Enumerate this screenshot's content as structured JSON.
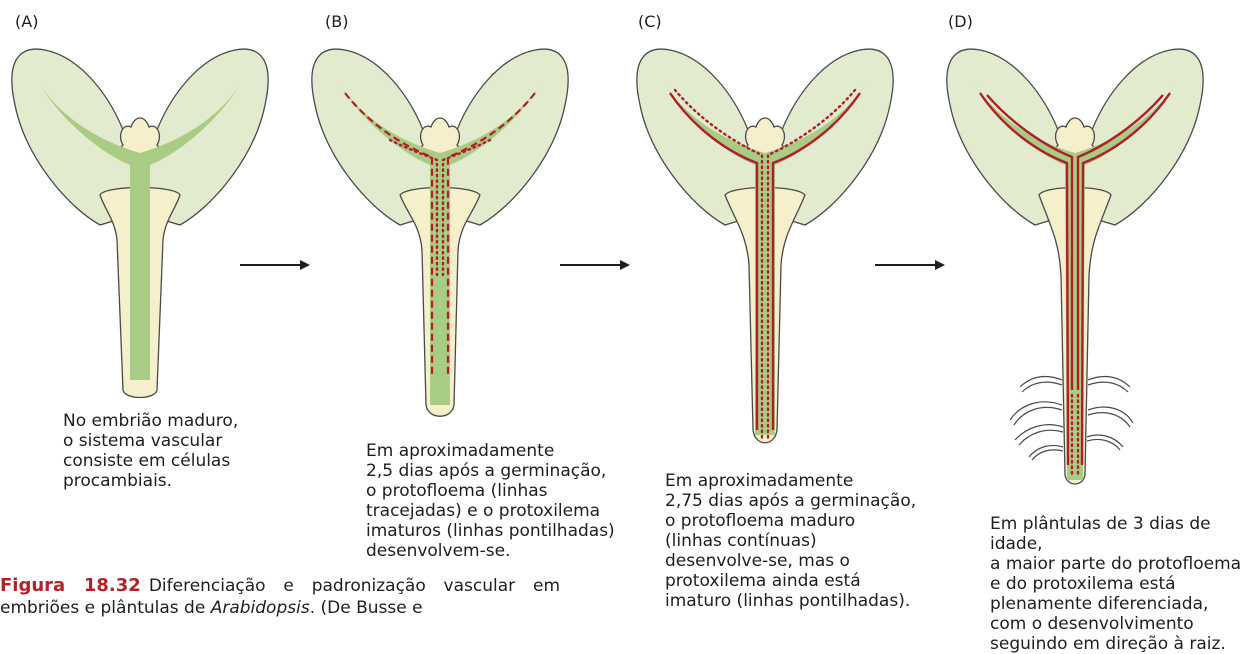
{
  "panels": [
    {
      "label": "(A)",
      "caption": "No embrião maduro,\no sistema vascular\nconsiste em células\nprocambiais."
    },
    {
      "label": "(B)",
      "caption": "Em aproximadamente\n2,5 dias após a germinação,\no protofloema (linhas\ntracejadas) e o protoxilema\nimaturos (linhas pontilhadas)\ndesenvolvem-se."
    },
    {
      "label": "(C)",
      "caption": "Em aproximadamente\n2,75 dias após a germinação,\no protofloema maduro\n(linhas contínuas)\ndesenvolve-se, mas o\nprotoxilema ainda está\nimaturo (linhas pontilhadas)."
    },
    {
      "label": "(D)",
      "caption": "Em plântulas de 3 dias de idade,\na maior parte do protofloema\ne do protoxilema está\nplenamente diferenciada,\ncom o desenvolvimento\nseguindo em direção à raiz."
    }
  ],
  "figure_caption": {
    "number": "Figura 18.32",
    "text_before": "Diferenciação e padronização vascular em embriões e plântulas de ",
    "italic": "Arabidopsis",
    "text_after": ". (De Busse e"
  },
  "colors": {
    "cotyledon_fill": "#e2ebce",
    "cotyledon_stroke": "#4a4a4a",
    "body_fill": "#f6efcb",
    "vascular_fill": "#a9cc84",
    "phloem_xylem_line": "#b01e2a",
    "accent_red": "#b5202a"
  }
}
